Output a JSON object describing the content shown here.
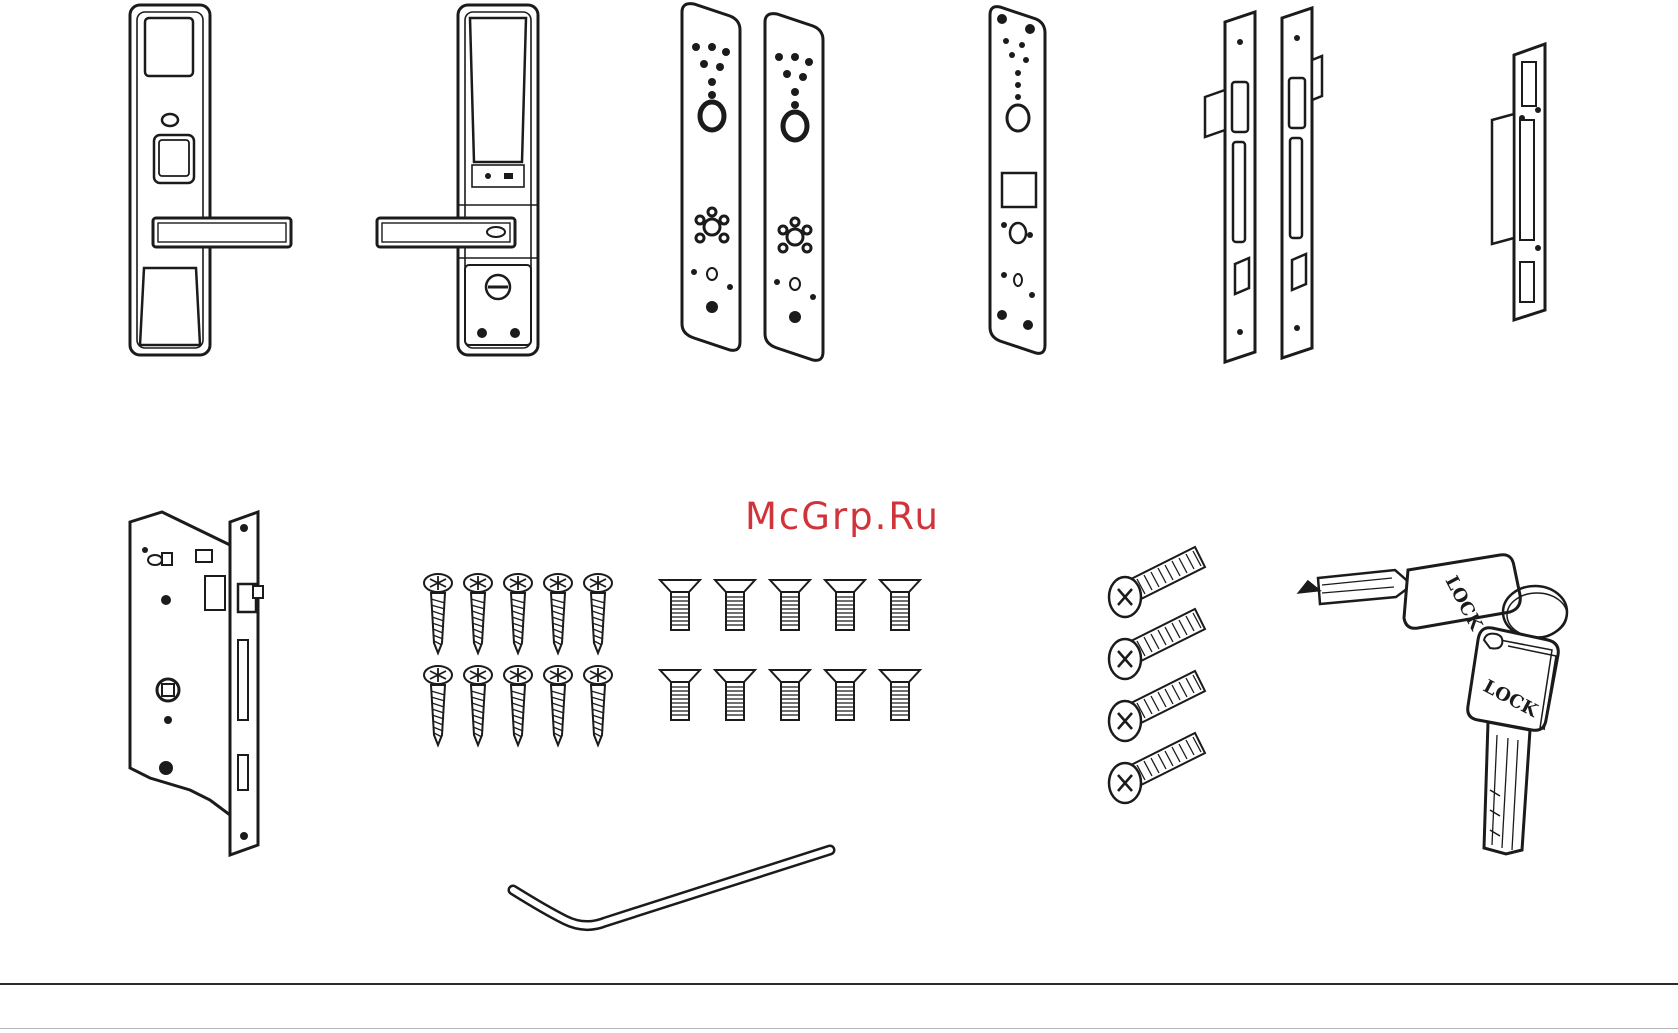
{
  "watermark": {
    "text": "McGrp.Ru",
    "color": "#d0343a"
  },
  "key_label": "LOCK",
  "colors": {
    "ink": "#1b1b1b",
    "paper": "#ffffff",
    "rule": "#2a2a2a"
  },
  "parts": [
    {
      "id": "front-panel",
      "icon": "lock-front-panel-icon"
    },
    {
      "id": "back-panel",
      "icon": "lock-back-panel-icon"
    },
    {
      "id": "mounting-plates",
      "icon": "mounting-plate-pair-icon"
    },
    {
      "id": "inner-plate",
      "icon": "inner-mounting-plate-icon"
    },
    {
      "id": "strike-plates",
      "icon": "strike-plate-pair-icon"
    },
    {
      "id": "strike-box",
      "icon": "strike-box-icon"
    },
    {
      "id": "mortise-body",
      "icon": "mortise-lock-body-icon"
    },
    {
      "id": "wood-screws",
      "icon": "wood-screw-icon"
    },
    {
      "id": "countersunk-screws",
      "icon": "countersunk-screw-icon"
    },
    {
      "id": "connecting-bolts",
      "icon": "connecting-bolt-icon"
    },
    {
      "id": "keys",
      "icon": "key-set-icon"
    },
    {
      "id": "spindle",
      "icon": "spindle-bar-icon"
    }
  ]
}
